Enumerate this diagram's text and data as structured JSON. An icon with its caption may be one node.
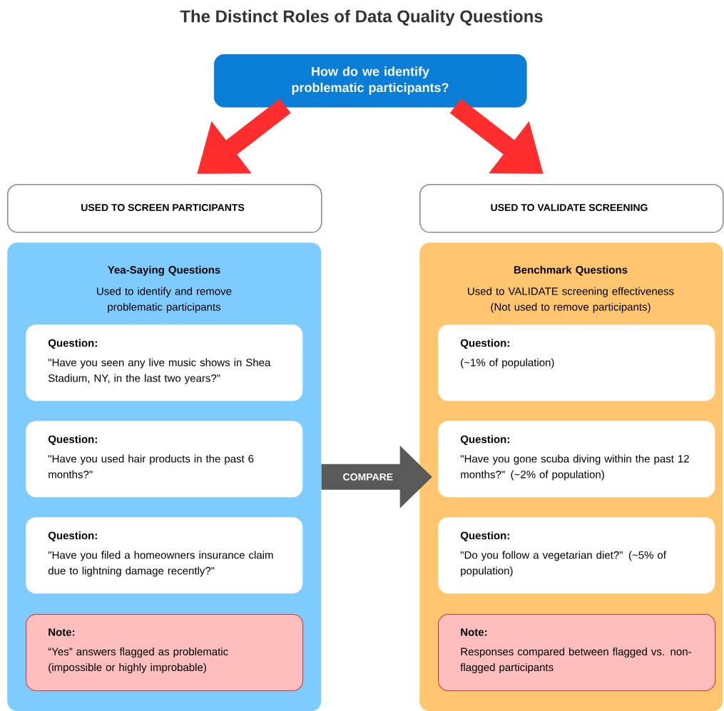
{
  "diagram": {
    "title": "The Distinct Roles of Data Quality Questions",
    "nodes": [
      {
        "text": [
          "How do we identify problematic participants?"
        ]
      },
      {
        "text": [
          "USED TO SCREEN PARTICIPANTS"
        ]
      },
      {
        "text": [
          "USED TO VALIDATE SCREENING"
        ]
      },
      {
        "text": [
          "Yea-Saying Questions",
          "Used to identify and remove problematic participants"
        ]
      },
      {
        "text": [
          "Question:",
          "\"Have you seen any live music shows in Shea Stadium, NY, in the last two years?\""
        ],
        "in": 3
      },
      {
        "text": [
          "Question:",
          "\"Have you used hair products in the past 6 months?\""
        ],
        "in": 3
      },
      {
        "text": [
          "Question:",
          "\"Have you filed a homeowners insurance claim due to lightning damage recently?\""
        ],
        "in": 3
      },
      {
        "text": [
          "Note:",
          "“Yes” answers flagged as problematic (impossible or highly improbable)"
        ],
        "in": 3
      },
      {
        "text": [
          "Benchmark Questions",
          "Used to VALIDATE screening effectiveness (Not used to remove participants)"
        ]
      },
      {
        "text": [
          "Question:",
          "(~1% of population)"
        ],
        "in": 8
      },
      {
        "text": [
          "Question:",
          "\"Have you gone scuba diving within the past 12 months?\" (~2% of population)"
        ],
        "in": 8
      },
      {
        "text": [
          "Question:",
          "\"Do you follow a vegetarian diet?\" (~5% of population)"
        ],
        "in": 8
      },
      {
        "text": [
          "Note:",
          "Responses compared between flagged vs. non-flagged participants"
        ],
        "in": 8
      }
    ],
    "edges": [
      {
        "from": 0,
        "to": 1,
        "arrow": "to"
      },
      {
        "from": 0,
        "to": 2,
        "arrow": "to"
      },
      {
        "from": 3,
        "to": 8,
        "arrow": "to",
        "label": "COMPARE",
        "color": "#595959"
      }
    ]
  }
}
